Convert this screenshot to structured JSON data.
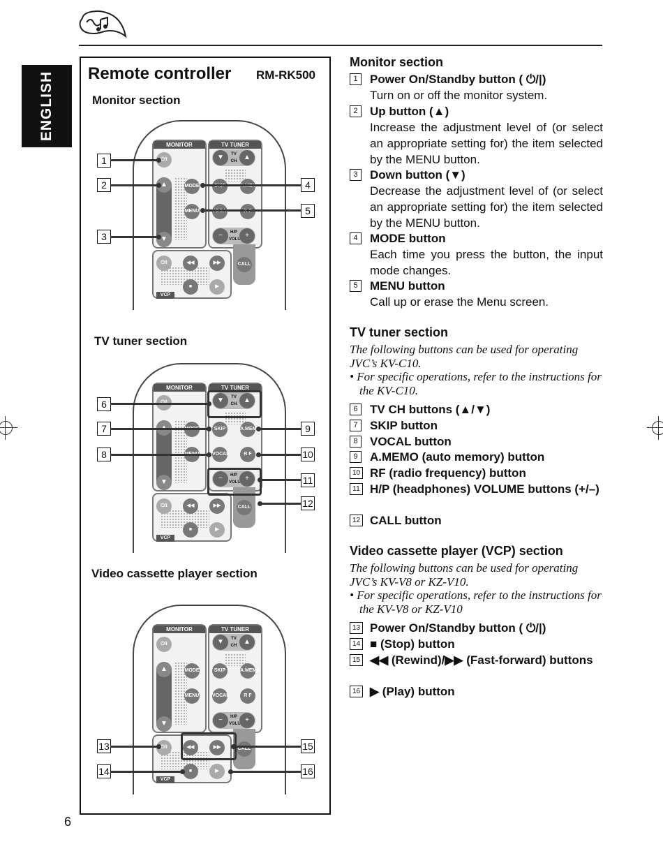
{
  "page": {
    "language_tab": "ENGLISH",
    "page_number": "6"
  },
  "left": {
    "title": "Remote controller",
    "model": "RM-RK500",
    "monitor_heading": "Monitor section",
    "tv_heading": "TV tuner section",
    "vcp_heading": "Video cassette player section",
    "remote_labels": {
      "monitor": "MONITOR",
      "tv_tuner": "TV TUNER",
      "vcp": "VCP",
      "power": "⏻/I",
      "mode": "MODE",
      "menu": "MENU",
      "skip": "SKIP",
      "amemo": "A.MEMO",
      "vocal": "VOCAL",
      "rf": "R F",
      "call": "CALL",
      "tv_ch": "TV CH",
      "hp_volume": "H/P VOLUME",
      "up": "▲",
      "down": "▼",
      "minus": "−",
      "plus": "+",
      "rew": "◀◀",
      "ff": "▶▶",
      "stop": "■",
      "play": "▶"
    },
    "callouts": [
      "1",
      "2",
      "3",
      "4",
      "5",
      "6",
      "7",
      "8",
      "9",
      "10",
      "11",
      "12",
      "13",
      "14",
      "15",
      "16"
    ]
  },
  "right": {
    "monitor": {
      "heading": "Monitor section",
      "items": [
        {
          "num": "1",
          "title": "Power On/Standby button ( ⏻/|)",
          "desc": "Turn on or off the monitor system."
        },
        {
          "num": "2",
          "title": "Up button (▲)",
          "desc": "Increase the adjustment level of (or select an appropriate setting for) the item selected by the MENU button."
        },
        {
          "num": "3",
          "title": "Down button (▼)",
          "desc": "Decrease the adjustment level of (or select an appropriate setting for) the item selected by the MENU button."
        },
        {
          "num": "4",
          "title": "MODE button",
          "desc": "Each time you press the button, the input mode changes."
        },
        {
          "num": "5",
          "title": "MENU button",
          "desc": "Call up or erase the Menu screen."
        }
      ]
    },
    "tv": {
      "heading": "TV tuner section",
      "intro": "The following buttons can be used for operating JVC’s KV-C10.",
      "bullet": "For specific operations, refer to the instructions for the KV-C10.",
      "items": [
        {
          "num": "6",
          "title": "TV CH buttons (▲/▼)"
        },
        {
          "num": "7",
          "title": "SKIP button"
        },
        {
          "num": "8",
          "title": "VOCAL button"
        },
        {
          "num": "9",
          "title": "A.MEMO (auto memory) button"
        },
        {
          "num": "10",
          "title": "RF (radio frequency) button"
        },
        {
          "num": "11",
          "title": "H/P (headphones) VOLUME buttons (+/–)"
        },
        {
          "num": "12",
          "title": "CALL button"
        }
      ]
    },
    "vcp": {
      "heading": "Video cassette player (VCP) section",
      "intro": "The following buttons can be used for operating JVC’s KV-V8 or KZ-V10.",
      "bullet": "For specific operations, refer to the instructions for the KV-V8 or KZ-V10",
      "items": [
        {
          "num": "13",
          "title": "Power On/Standby button ( ⏻/|)"
        },
        {
          "num": "14",
          "title": "■ (Stop) button"
        },
        {
          "num": "15",
          "title": "◀◀ (Rewind)/▶▶ (Fast-forward) buttons"
        },
        {
          "num": "16",
          "title": "▶ (Play) button"
        }
      ]
    }
  }
}
